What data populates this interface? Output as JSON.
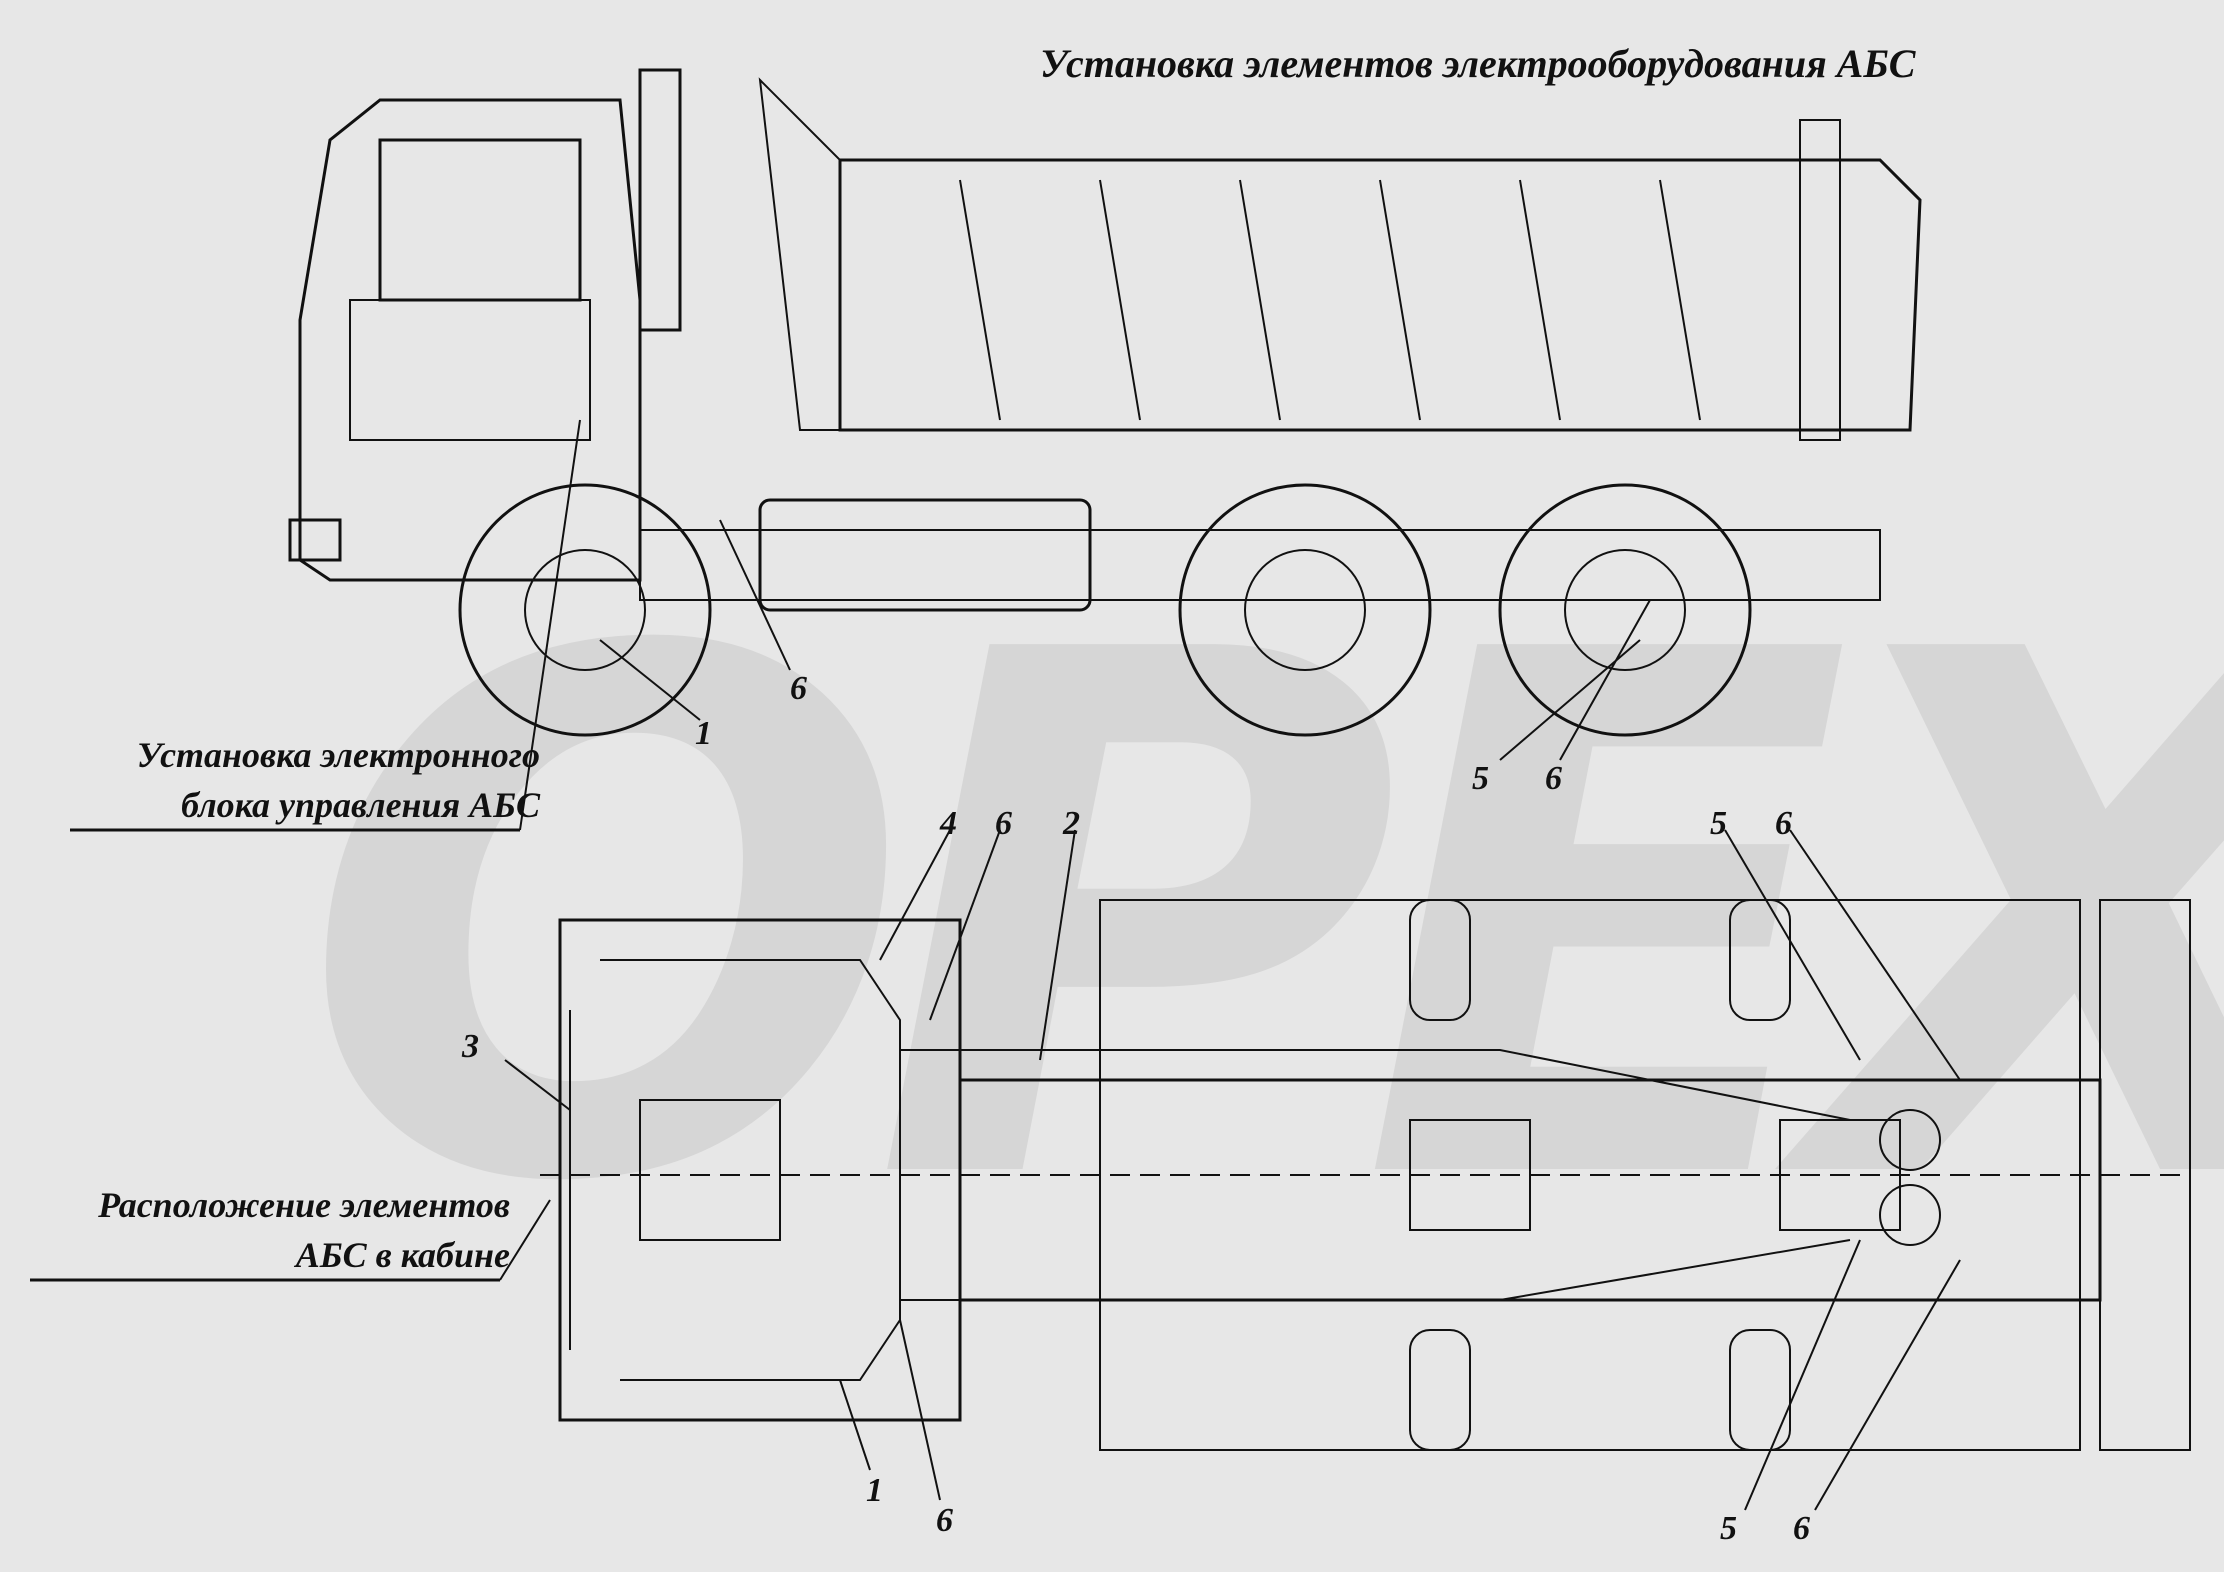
{
  "title": "Установка элементов электрооборудования АБС",
  "captions": {
    "ecu": {
      "line1": "Установка электронного",
      "line2": "блока управления АБС"
    },
    "cabin": {
      "line1": "Расположение элементов",
      "line2": "АБС в кабине"
    }
  },
  "callouts": {
    "side": {
      "c1": "1",
      "c6": "6",
      "c5": "5",
      "c6b": "6"
    },
    "top": {
      "c4": "4",
      "c6": "6",
      "c2": "2",
      "c5a": "5",
      "c6a": "6",
      "c3": "3",
      "c1": "1",
      "c6b": "6",
      "c5b": "5",
      "c6c": "6"
    }
  },
  "watermark": "ОРЕХ"
}
